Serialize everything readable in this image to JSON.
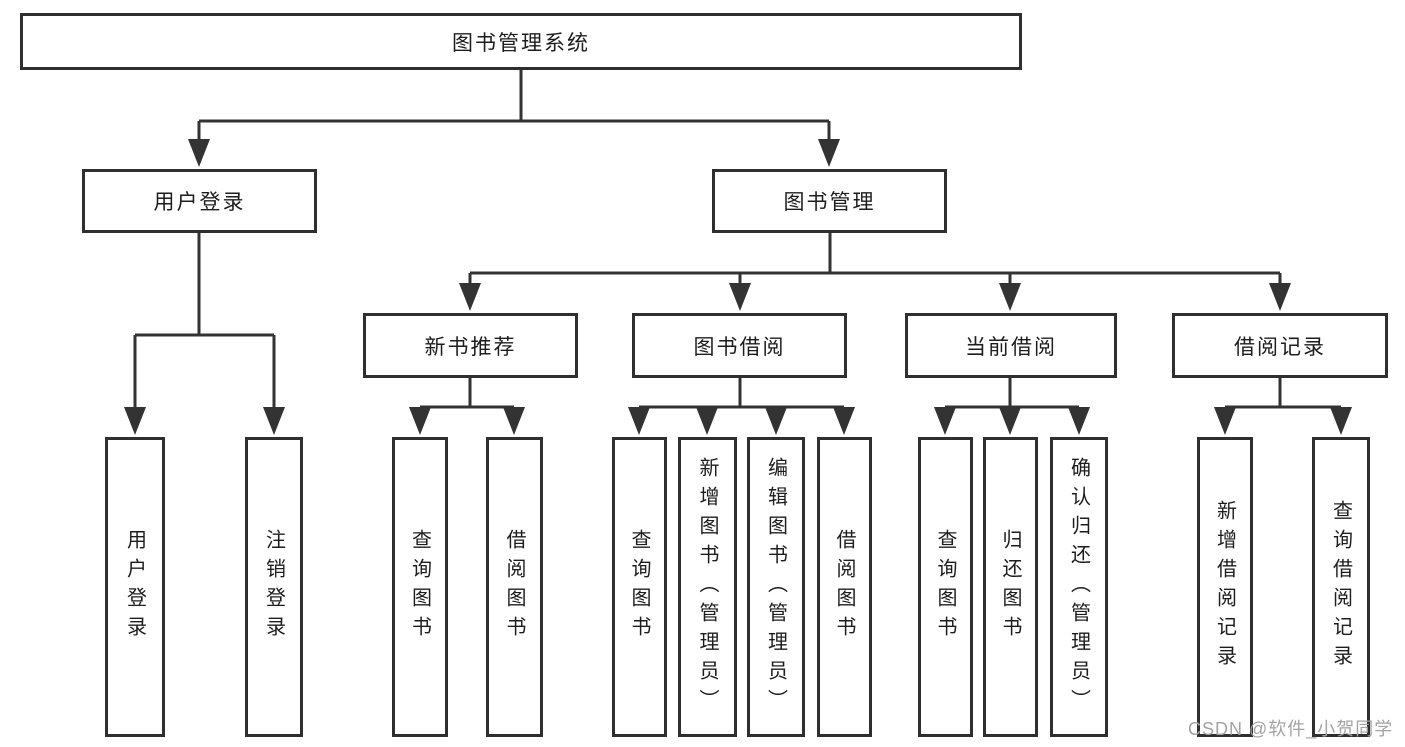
{
  "diagram": {
    "root": "图书管理系统",
    "user_login": {
      "label": "用户登录",
      "children": {
        "login": "用户登录",
        "logout": "注销登录"
      }
    },
    "book_management": {
      "label": "图书管理",
      "new_books": {
        "label": "新书推荐",
        "children": {
          "query": "查询图书",
          "borrow": "借阅图书"
        }
      },
      "book_borrow": {
        "label": "图书借阅",
        "children": {
          "query": "查询图书",
          "add": "新增图书（管理员）",
          "edit": "编辑图书（管理员）",
          "borrow": "借阅图书"
        }
      },
      "current_borrow": {
        "label": "当前借阅",
        "children": {
          "query": "查询图书",
          "return": "归还图书",
          "confirm": "确认归还（管理员）"
        }
      },
      "borrow_records": {
        "label": "借阅记录",
        "children": {
          "add": "新增借阅记录",
          "query": "查询借阅记录"
        }
      }
    }
  },
  "watermark": "CSDN @软件_小贺同学",
  "colors": {
    "line": "#333333",
    "box_border": "#2f2f2f",
    "box_fill": "#ffffff",
    "text": "#1d1d1f",
    "watermark": "#a3a3a3",
    "background": "#ffffff"
  }
}
